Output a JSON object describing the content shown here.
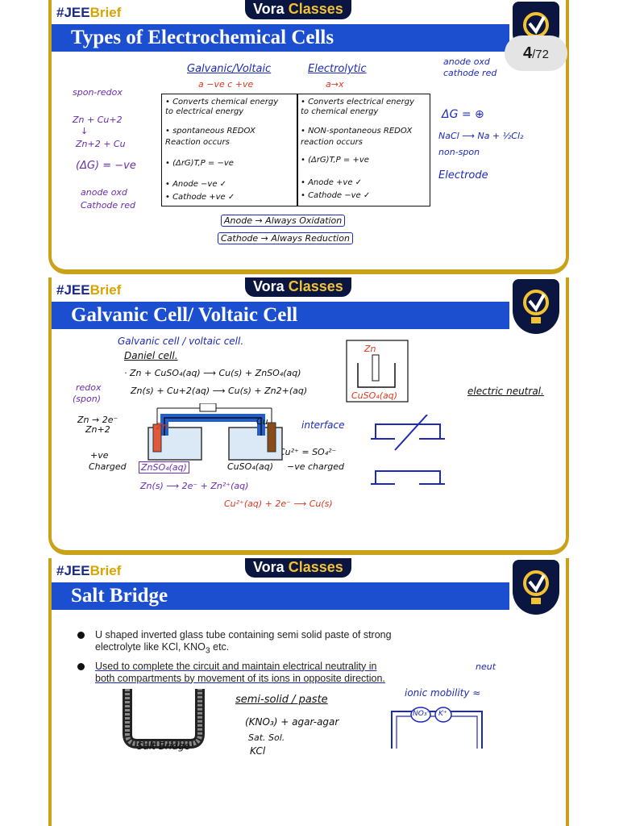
{
  "page": {
    "current": "4",
    "total": "/72"
  },
  "brand": {
    "tag_hash": "#JEE",
    "tag_brief": "Brief",
    "vora": "Vora",
    "classes": "Classes"
  },
  "slide1": {
    "title": "Types of Electrochemical Cells",
    "galvanic_head": "Galvanic/Voltaic",
    "galvanic_sub": "a −ve  c +ve",
    "electrolytic_head": "Electrolytic",
    "electrolytic_sub": "a→x",
    "left_notes": [
      "spon-redox",
      "Zn + Cu+2",
      "↓",
      "Zn+2 + Cu",
      "(ΔG) = −ve",
      "anode oxd",
      "Cathode red"
    ],
    "right_notes": [
      "anode oxd",
      "cathode red",
      "ΔG = ⊕",
      "NaCl ⟶ Na + ½Cl₂",
      "non-spon",
      "Electrode"
    ],
    "galvanic_rows": [
      "• Converts chemical energy",
      "  to electrical energy",
      "• spontaneous REDOX",
      "  Reaction occurs",
      "• (ΔrG)T,P = −ve",
      "• Anode −ve ✓",
      "• Cathode +ve ✓"
    ],
    "electrolytic_rows": [
      "• Converts electrical energy",
      "  to chemical energy",
      "• NON-spontaneous REDOX",
      "  reaction occurs",
      "• (ΔrG)T,P = +ve",
      "• Anode +ve ✓",
      "• Cathode −ve ✓"
    ],
    "anode_rule": "Anode → Always Oxidation",
    "cathode_rule": "Cathode → Always Reduction"
  },
  "slide2": {
    "title": "Galvanic Cell/ Voltaic Cell",
    "notes": [
      "Galvanic cell / voltaic cell.",
      "Daniel cell.",
      "· Zn + CuSO₄(aq) ⟶ Cu(s) + ZnSO₄(aq)",
      "Zn(s) + Cu+2(aq) ⟶ Cu(s) + Zn2+(aq)"
    ],
    "redox": "redox",
    "spon": "(spon)",
    "zn_ox": "Zn → 2e⁻",
    "zn2": "Zn+2",
    "pos_charged": "+ve",
    "charged": "Charged",
    "znso4": "ZnSO₄(aq)",
    "cuso4": "CuSO₄(aq)",
    "so4": "Cu²⁺ = SO₄²⁻",
    "neg_charged": "−ve charged",
    "interface": "interface",
    "beaker_label": "CuSO₄(aq)",
    "beaker_metal": "Zn",
    "electric_neutral": "electric neutral.",
    "anode_eq": "Zn(s) ⟶ 2e⁻ + Zn²⁺(aq)",
    "cathode_eq": "Cu²⁺(aq) + 2e⁻ ⟶ Cu(s)",
    "electrode_zn": "Zn",
    "electrode_cu": "Cu"
  },
  "slide3": {
    "title": "Salt Bridge",
    "bullet1_a": "U shaped inverted glass tube containing semi solid paste of strong",
    "bullet1_b": "electrolyte like KCl, KNO",
    "bullet1_sub": "3",
    "bullet1_c": " etc.",
    "bullet2_a": "Used to complete the circuit and maintain electrical neutrality in",
    "bullet2_b": "both compartments by movement of its ions in opposite direction.",
    "neut": "neut",
    "semi_solid": "semi-solid / paste",
    "kno3_line": "(KNO₃) + agar-agar",
    "sat_sol": "Sat. Sol.",
    "kcl": "KCl",
    "salt_bridge": "Salt Bridge",
    "ionic_mobility": "ionic mobility ≈",
    "no3": "NO₃⁻",
    "k": "K⁺"
  },
  "colors": {
    "banner": "#1b4fcf",
    "gold": "#c9a21a",
    "navy": "#0a1540",
    "ink_blue": "#1d2ab8",
    "ink_purple": "#6a2bb0",
    "ink_red": "#d93a1f"
  }
}
